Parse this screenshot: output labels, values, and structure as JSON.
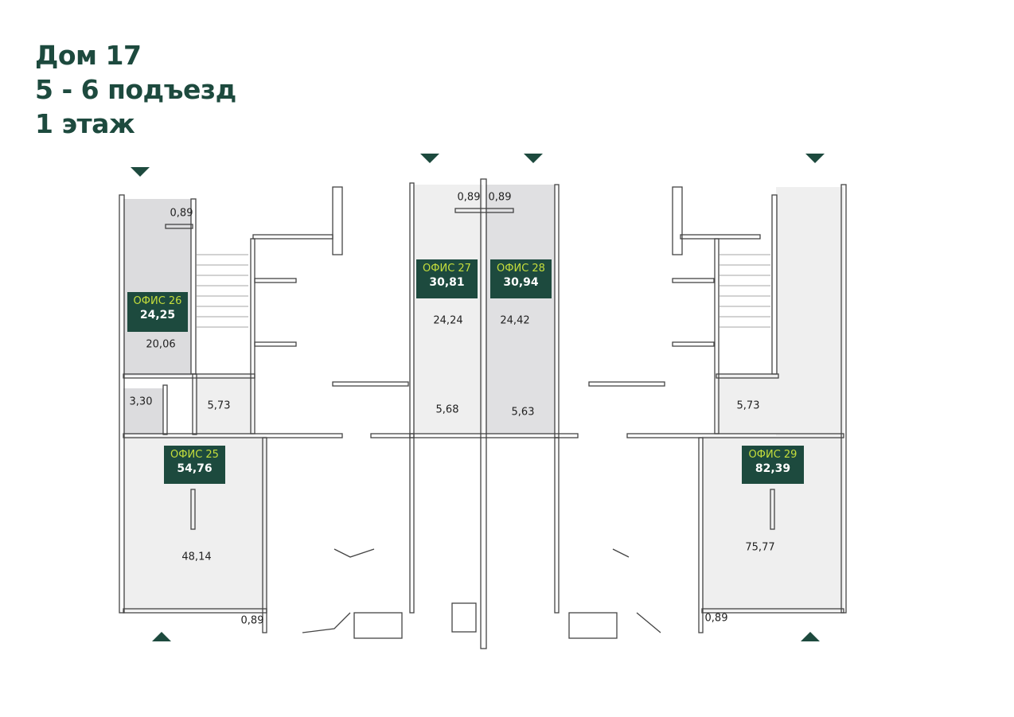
{
  "header": {
    "line1": "Дом 17",
    "line2": "5 - 6 подъезд",
    "line3": "1 этаж"
  },
  "colors": {
    "brand": "#1d4a3e",
    "office_label": "#c5de3c",
    "room_light": "#efefef",
    "room_dark": "#dcdcde"
  },
  "offices": [
    {
      "name": "ОФИС 26",
      "total": "24,25"
    },
    {
      "name": "ОФИС 25",
      "total": "54,76"
    },
    {
      "name": "ОФИС 27",
      "total": "30,81"
    },
    {
      "name": "ОФИС 28",
      "total": "30,94"
    },
    {
      "name": "ОФИС 29",
      "total": "82,39"
    }
  ],
  "rooms": [
    "0,89",
    "20,06",
    "3,30",
    "5,73",
    "48,14",
    "0,89",
    "0,89",
    "0,89",
    "24,24",
    "24,42",
    "5,68",
    "5,63",
    "5,73",
    "75,77",
    "0,89"
  ]
}
